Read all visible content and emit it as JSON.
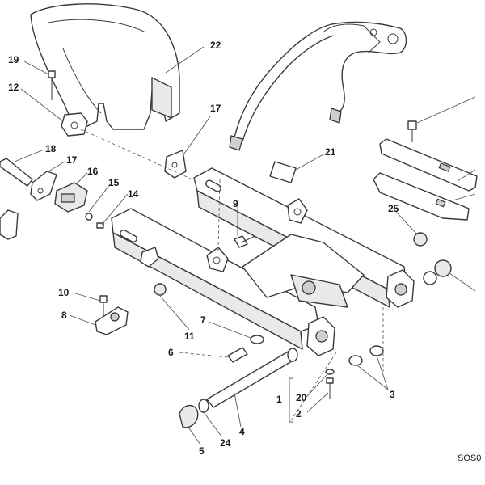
{
  "diagram": {
    "reference_code": "SOS0",
    "callouts": {
      "c1": "1",
      "c2": "2",
      "c3": "3",
      "c4": "4",
      "c5": "5",
      "c6": "6",
      "c7": "7",
      "c8": "8",
      "c9": "9",
      "c10": "10",
      "c11": "11",
      "c12": "12",
      "c14": "14",
      "c15": "15",
      "c16": "16",
      "c17a": "17",
      "c17b": "17",
      "c18": "18",
      "c19": "19",
      "c20": "20",
      "c21": "21",
      "c22": "22",
      "c24": "24",
      "c25": "25"
    }
  }
}
